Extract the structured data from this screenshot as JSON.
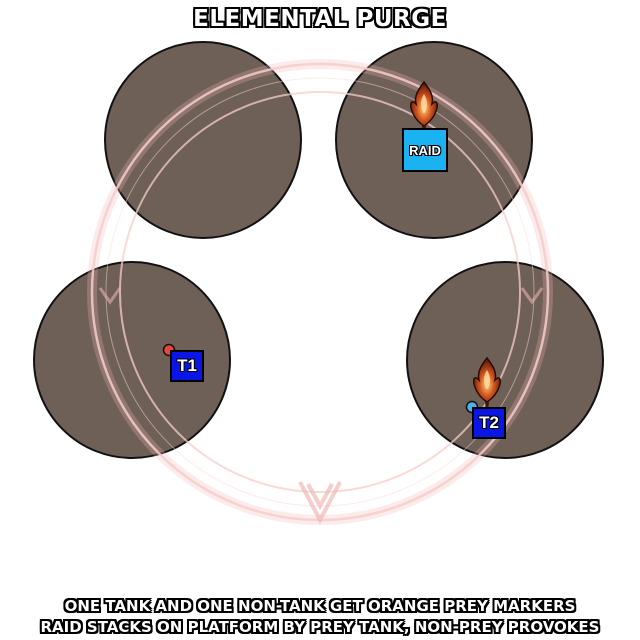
{
  "title": "ELEMENTAL PURGE",
  "caption": {
    "line1": "ONE TANK AND ONE NON-TANK GET ORANGE PREY MARKERS",
    "line2": "RAID STACKS ON PLATFORM BY PREY TANK, NON-PREY PROVOKES"
  },
  "markers": {
    "raid": "RAID",
    "tank1": "T1",
    "tank2": "T2"
  },
  "colors": {
    "platform": "#6e5f57",
    "raid_marker": "#1ab2f0",
    "tank_marker": "#0a16e6",
    "prey_dot": "#e8463c",
    "tank2_dot": "#4fb0e6",
    "ring": "#f2b8b4"
  },
  "icons": [
    "flame-icon",
    "prey-marker-dot"
  ]
}
